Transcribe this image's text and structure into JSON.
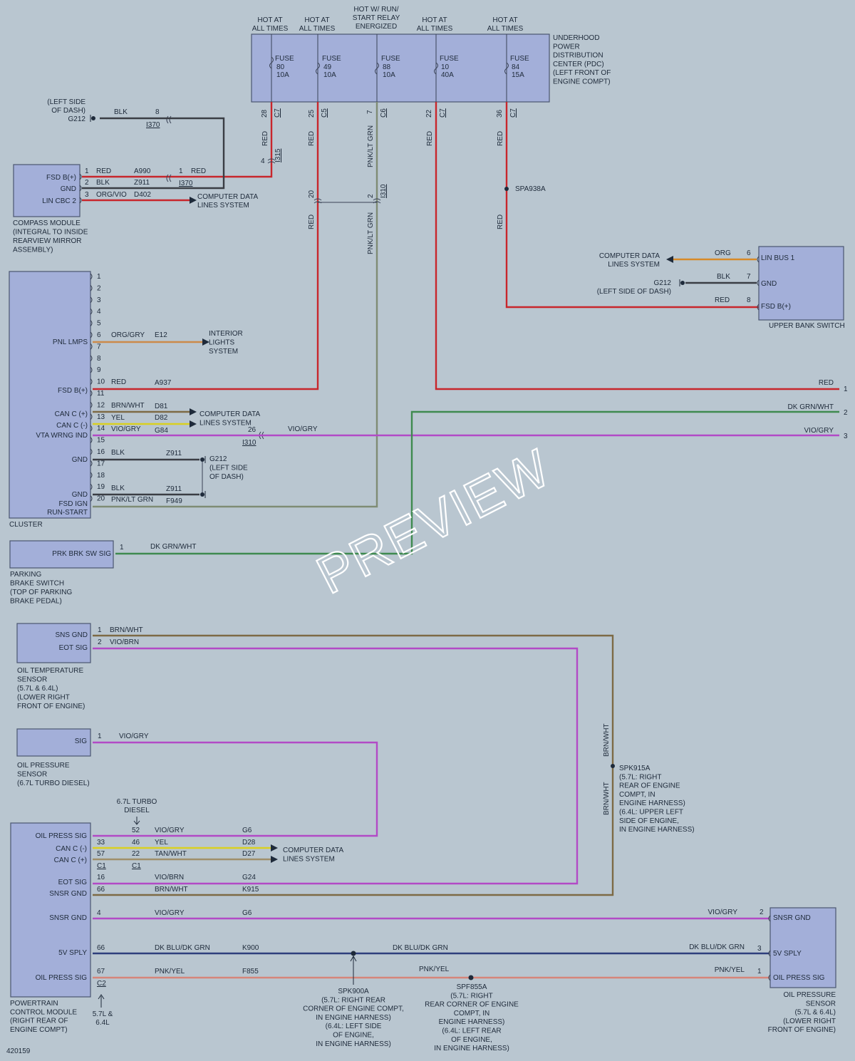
{
  "colors": {
    "red": "#c8262c",
    "blk": "#3a3d44",
    "org": "#d88a28",
    "orggry": "#cc8a4a",
    "brnwht": "#7d6a45",
    "yel": "#d9d021",
    "viogry": "#b24ac6",
    "viobrn": "#b24ac6",
    "dkgrnwht": "#3f8a4f",
    "pnkltgrn": "#7f8c74",
    "dkblu": "#2e3f7c",
    "pnkyel": "#d6857a",
    "tanwht": "#a08f6a"
  },
  "pdc": {
    "supplies": [
      {
        "lines": [
          "HOT AT",
          "ALL TIMES"
        ]
      },
      {
        "lines": [
          "HOT AT",
          "ALL TIMES"
        ]
      },
      {
        "lines": [
          "HOT W/ RUN/",
          "START RELAY",
          "ENERGIZED"
        ]
      },
      {
        "lines": [
          "HOT AT",
          "ALL TIMES"
        ]
      },
      {
        "lines": [
          "HOT AT",
          "ALL TIMES"
        ]
      }
    ],
    "fuses": [
      {
        "lines": [
          "FUSE",
          "80",
          "10A"
        ]
      },
      {
        "lines": [
          "FUSE",
          "49",
          "10A"
        ]
      },
      {
        "lines": [
          "FUSE",
          "88",
          "10A"
        ]
      },
      {
        "lines": [
          "FUSE",
          "10",
          "40A"
        ]
      },
      {
        "lines": [
          "FUSE",
          "84",
          "15A"
        ]
      }
    ],
    "name": [
      "UNDERHOOD",
      "POWER",
      "DISTRIBUTION",
      "CENTER (PDC)",
      "(LEFT FRONT OF",
      "ENGINE COMPT)"
    ],
    "pins": [
      "28",
      "25",
      "7",
      "22",
      "36"
    ],
    "conns": [
      "C7",
      "C5",
      "C6",
      "C7",
      "C7"
    ]
  },
  "compass": {
    "name": [
      "COMPASS MODULE",
      "(INTEGRAL TO INSIDE",
      "REARVIEW MIRROR",
      "ASSEMBLY)"
    ],
    "pins": [
      "FSD B(+)",
      "GND",
      "LIN CBC 2"
    ],
    "nums": [
      "1",
      "2",
      "3"
    ],
    "colors": [
      "RED",
      "BLK",
      "ORG/VIO"
    ],
    "circuits": [
      "A990",
      "Z911",
      "D402"
    ],
    "g212": [
      "(LEFT SIDE",
      "OF DASH)",
      "G212"
    ],
    "blk": "BLK",
    "pin8": "8",
    "i370a": "I370",
    "pin1": "1",
    "red": "RED",
    "i370b": "I370",
    "cdls": [
      "COMPUTER DATA",
      "LINES SYSTEM"
    ]
  },
  "upper": {
    "red1": "RED",
    "pin4": "4",
    "i315": "I315",
    "red2": "RED",
    "pin20": "20",
    "red3": "RED",
    "pnk1": "PNK/LT GRN",
    "pin2": "2",
    "i310": "I310",
    "pnk2": "PNK/LT GRN",
    "red4": "RED",
    "red5": "RED",
    "spa": "SPA938A",
    "red6": "RED"
  },
  "ubs": {
    "name": "UPPER BANK SWITCH",
    "pins": [
      "LIN BUS 1",
      "GND",
      "FSD B(+)"
    ],
    "nums": [
      "6",
      "7",
      "8"
    ],
    "colors": [
      "ORG",
      "BLK",
      "RED"
    ],
    "cdls": [
      "COMPUTER DATA",
      "LINES SYSTEM"
    ],
    "g212": [
      "G212",
      "(LEFT SIDE OF DASH)"
    ]
  },
  "cluster": {
    "name": "CLUSTER",
    "nums": [
      "1",
      "2",
      "3",
      "4",
      "5",
      "6",
      "7",
      "8",
      "9",
      "10",
      "11",
      "12",
      "13",
      "14",
      "15",
      "16",
      "17",
      "18",
      "19",
      "20"
    ],
    "pins": [
      "PNL LMPS",
      "FSD B(+)",
      "CAN C (+)",
      "CAN C (-)",
      "VTA WRNG IND",
      "GND",
      "GND",
      "FSD IGN",
      "RUN-START"
    ],
    "w6": [
      "ORG/GRY",
      "E12"
    ],
    "ils": [
      "INTERIOR",
      "LIGHTS",
      "SYSTEM"
    ],
    "w10": [
      "RED",
      "A937"
    ],
    "w12": [
      "BRN/WHT",
      "D81"
    ],
    "w13": [
      "YEL",
      "D82"
    ],
    "w14": [
      "VIO/GRY",
      "G84"
    ],
    "cdls": [
      "COMPUTER DATA",
      "LINES SYSTEM"
    ],
    "pin26": "26",
    "i310": "I310",
    "viogry": "VIO/GRY",
    "w16": [
      "BLK",
      "Z911"
    ],
    "g212": [
      "G212",
      "(LEFT SIDE",
      "OF DASH)"
    ],
    "w19": [
      "BLK",
      "Z911"
    ],
    "w20": [
      "PNK/LT GRN",
      "F949"
    ]
  },
  "rightlabels": {
    "red": "RED",
    "dkgrn": "DK GRN/WHT",
    "vio": "VIO/GRY",
    "n1": "1",
    "n2": "2",
    "n3": "3"
  },
  "parking": {
    "pin": "PRK BRK SW SIG",
    "num": "1",
    "color": "DK GRN/WHT",
    "name": [
      "PARKING",
      "BRAKE SWITCH",
      "(TOP OF PARKING",
      "BRAKE PEDAL)"
    ]
  },
  "oiltemp": {
    "pins": [
      "SNS GND",
      "EOT SIG"
    ],
    "nums": [
      "1",
      "2"
    ],
    "colors": [
      "BRN/WHT",
      "VIO/BRN"
    ],
    "name": [
      "OIL TEMPERATURE",
      "SENSOR",
      "(5.7L & 6.4L)",
      "(LOWER RIGHT",
      "FRONT OF ENGINE)"
    ]
  },
  "oilpress1": {
    "pin": "SIG",
    "num": "1",
    "color": "VIO/GRY",
    "name": [
      "OIL PRESSURE",
      "SENSOR",
      "(6.7L TURBO DIESEL)"
    ]
  },
  "splice915": {
    "brn1": "BRN/WHT",
    "brn2": "BRN/WHT",
    "lines": [
      "SPK915A",
      "(5.7L: RIGHT",
      "REAR OF ENGINE",
      "COMPT, IN",
      "ENGINE HARNESS)",
      "(6.4L: UPPER LEFT",
      "SIDE OF ENGINE,",
      "IN ENGINE HARNESS)"
    ]
  },
  "pcm": {
    "diesel": [
      "6.7L TURBO",
      "DIESEL"
    ],
    "pins": [
      "OIL PRESS SIG",
      "CAN C (-)",
      "CAN C (+)",
      "EOT SIG",
      "SNSR GND",
      "SNSR GND",
      "5V SPLY",
      "OIL PRESS SIG"
    ],
    "nums": [
      "52",
      "33",
      "46",
      "57",
      "22",
      "16",
      "66",
      "4",
      "66",
      "67"
    ],
    "colors": [
      "VIO/GRY",
      "YEL",
      "TAN/WHT",
      "VIO/BRN",
      "BRN/WHT",
      "VIO/GRY",
      "DK BLU/DK GRN",
      "PNK/YEL"
    ],
    "circuits": [
      "G6",
      "D28",
      "D27",
      "G24",
      "K915",
      "G6",
      "K900",
      "F855"
    ],
    "c1a": "C1",
    "c1b": "C1",
    "c2": "C2",
    "cdls": [
      "COMPUTER DATA",
      "LINES SYSTEM"
    ],
    "name": [
      "POWERTRAIN",
      "CONTROL MODULE",
      "(RIGHT REAR OF",
      "ENGINE COMPT)"
    ],
    "eng": [
      "5.7L &",
      "6.4L"
    ],
    "code": "420159"
  },
  "oilpress2": {
    "pins": [
      "SNSR GND",
      "5V SPLY",
      "OIL PRESS SIG"
    ],
    "nums": [
      "2",
      "3",
      "1"
    ],
    "colors": [
      "VIO/GRY",
      "DK BLU/DK GRN",
      "PNK/YEL"
    ],
    "name": [
      "OIL PRESSURE",
      "SENSOR",
      "(5.7L & 6.4L)",
      "(LOWER RIGHT",
      "FRONT OF ENGINE)"
    ]
  },
  "splice900": {
    "mid": "DK BLU/DK GRN",
    "lines": [
      "SPK900A",
      "(5.7L: RIGHT REAR",
      "CORNER OF ENGINE COMPT,",
      "IN ENGINE HARNESS)",
      "(6.4L: LEFT SIDE",
      "OF ENGINE,",
      "IN ENGINE HARNESS)"
    ]
  },
  "splice855": {
    "mid": "PNK/YEL",
    "lines": [
      "SPF855A",
      "(5.7L: RIGHT",
      "REAR CORNER OF ENGINE",
      "COMPT, IN",
      "ENGINE HARNESS)",
      "(6.4L: LEFT REAR",
      "OF ENGINE,",
      "IN ENGINE HARNESS)"
    ]
  },
  "watermark": "PREVIEW"
}
